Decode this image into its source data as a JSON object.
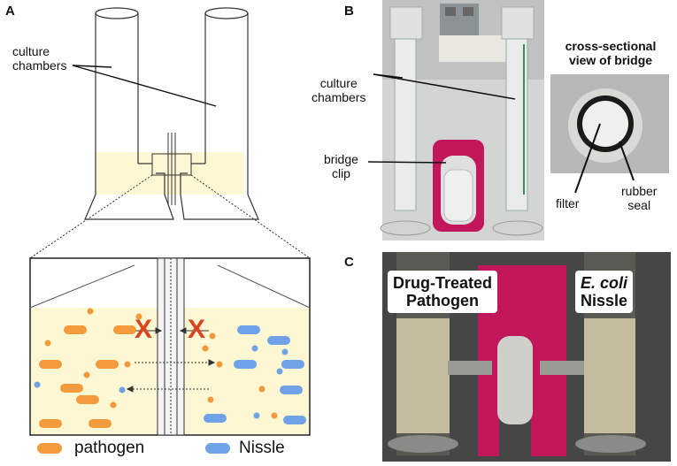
{
  "panels": {
    "a": {
      "letter": "A",
      "culture_chambers_label": "culture\nchambers",
      "legend": [
        {
          "name": "pathogen",
          "color": "#f39a3d"
        },
        {
          "name": "Nissle",
          "color": "#6fa2e6"
        }
      ],
      "block_marker": "X",
      "block_color": "#d9431f",
      "medium_color": "#fdf7d4"
    },
    "b": {
      "letter": "B",
      "culture_chambers_label": "culture\nchambers",
      "bridge_clip_label": "bridge\nclip",
      "cross_section_title": "cross-sectional\nview of bridge",
      "filter_label": "filter",
      "rubber_seal_label": "rubber\nseal",
      "clip_color": "#c2185b"
    },
    "c": {
      "letter": "C",
      "left_label_line1": "Drug-Treated",
      "left_label_line2": "Pathogen",
      "right_label_line1": "E. coli",
      "right_label_line2": "Nissle"
    }
  }
}
